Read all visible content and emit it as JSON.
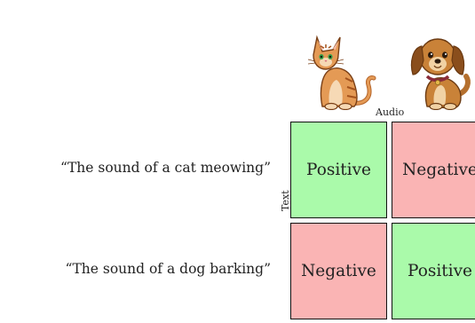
{
  "axes": {
    "columns_label": "Audio",
    "rows_label": "Text"
  },
  "rows": [
    {
      "text": "“The sound of a cat meowing”"
    },
    {
      "text": "“The sound of a dog barking”"
    }
  ],
  "columns": [
    {
      "icon": "cat-icon"
    },
    {
      "icon": "dog-icon"
    }
  ],
  "matrix": [
    [
      "Positive",
      "Negative"
    ],
    [
      "Negative",
      "Positive"
    ]
  ],
  "colors": {
    "positive": "#aafaaa",
    "negative": "#fab4b4",
    "border": "#111111"
  }
}
